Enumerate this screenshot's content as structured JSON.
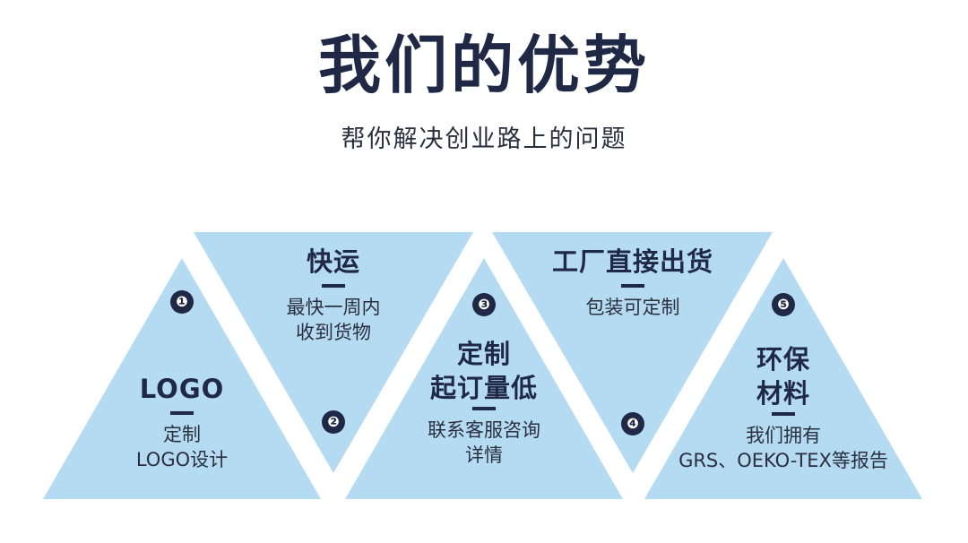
{
  "title": "我们的优势",
  "subtitle": "帮你解决创业路上的问题",
  "colors": {
    "triangle": "#b5dbf3",
    "text": "#1f2945",
    "badge": "#1f2945"
  },
  "items": [
    {
      "num": "❶",
      "heading": "LOGO",
      "heading2": "",
      "desc1": "定制",
      "desc2": "LOGO设计"
    },
    {
      "num": "❷",
      "heading": "快运",
      "heading2": "",
      "desc1": "最快一周内",
      "desc2": "收到货物"
    },
    {
      "num": "❸",
      "heading": "定制",
      "heading2": "起订量低",
      "desc1": "联系客服咨询",
      "desc2": "详情"
    },
    {
      "num": "❹",
      "heading": "工厂直接出货",
      "heading2": "",
      "desc1": "包装可定制",
      "desc2": ""
    },
    {
      "num": "❺",
      "heading": "环保",
      "heading2": "材料",
      "desc1": "我们拥有",
      "desc2": "GRS、OEKO-TEX等报告"
    }
  ]
}
